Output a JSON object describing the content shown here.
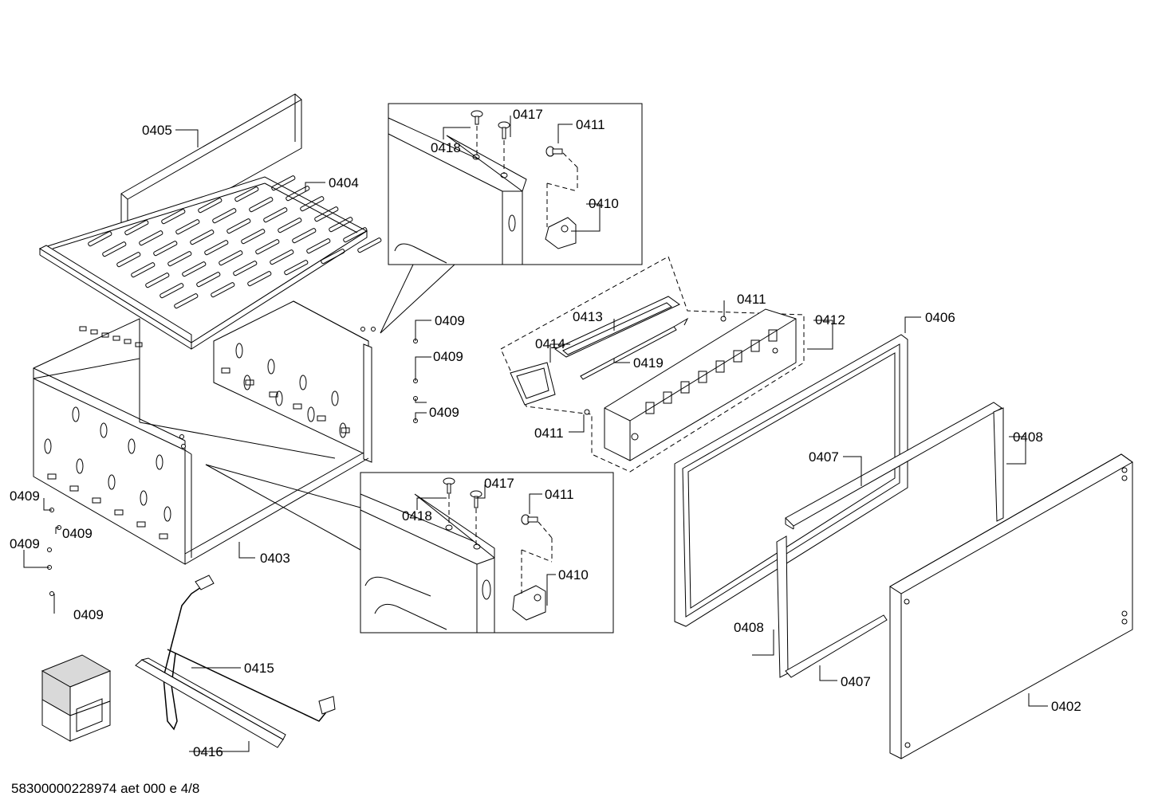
{
  "labels": {
    "p0402": "0402",
    "p0403": "0403",
    "p0404": "0404",
    "p0405": "0405",
    "p0406": "0406",
    "p0407a": "0407",
    "p0407b": "0407",
    "p0408a": "0408",
    "p0408b": "0408",
    "p0409a": "0409",
    "p0409b": "0409",
    "p0409c": "0409",
    "p0409d": "0409",
    "p0409e": "0409",
    "p0409f": "0409",
    "p0409g": "0409",
    "p0410a": "0410",
    "p0410b": "0410",
    "p0411a": "0411",
    "p0411b": "0411",
    "p0411c": "0411",
    "p0411d": "0411",
    "p0412": "0412",
    "p0413": "0413",
    "p0414": "0414",
    "p0415": "0415",
    "p0416": "0416",
    "p0417a": "0417",
    "p0417b": "0417",
    "p0418a": "0418",
    "p0418b": "0418",
    "p0419": "0419"
  },
  "footer": "58300000228974 aet 000 e 4/8"
}
